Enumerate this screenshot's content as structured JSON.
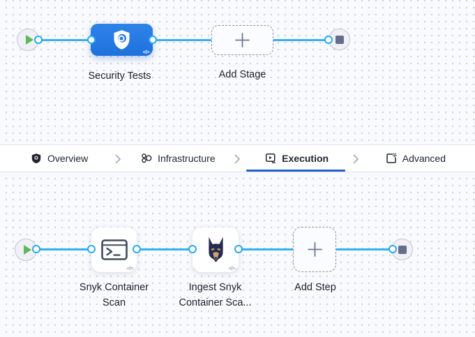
{
  "top_pipeline": {
    "start_node_icon": "play-icon",
    "end_node_icon": "stop-icon",
    "stage": {
      "lines": [
        "Security Tests"
      ],
      "icon": "shield-scan-icon",
      "code_badge": "</>"
    },
    "add_stage": {
      "label": "Add Stage",
      "icon": "plus-icon"
    }
  },
  "tab_bar": {
    "tabs": [
      {
        "label": "Overview",
        "icon": "overview-shield-icon",
        "selected": false
      },
      {
        "label": "Infrastructure",
        "icon": "infrastructure-nodes-icon",
        "selected": false
      },
      {
        "label": "Execution",
        "icon": "execution-play-icon",
        "selected": true
      },
      {
        "label": "Advanced",
        "icon": "advanced-settings-icon",
        "selected": false
      }
    ],
    "separator_icon": "chevron-right-icon"
  },
  "bottom_pipeline": {
    "start_node_icon": "play-icon",
    "end_node_icon": "stop-icon",
    "steps": [
      {
        "lines": [
          "Snyk Container",
          "Scan"
        ],
        "icon": "terminal-run-icon",
        "code_badge": "</>"
      },
      {
        "lines": [
          "Ingest Snyk",
          "Container Sca..."
        ],
        "icon": "snyk-dog-icon",
        "code_badge": "</>"
      }
    ],
    "add_step": {
      "label": "Add Step",
      "icon": "plus-icon"
    }
  },
  "colors": {
    "canvas_bg": "#f9fafd",
    "grid_dot": "#ccd2de",
    "connector_line": "#38b1f1",
    "connector_ring": "#29a9ef",
    "stage_node_blue": "#2478e2",
    "tab_underline_blue": "#2163c9",
    "play_green": "#5eb95a",
    "stop_slate": "#666d89"
  }
}
